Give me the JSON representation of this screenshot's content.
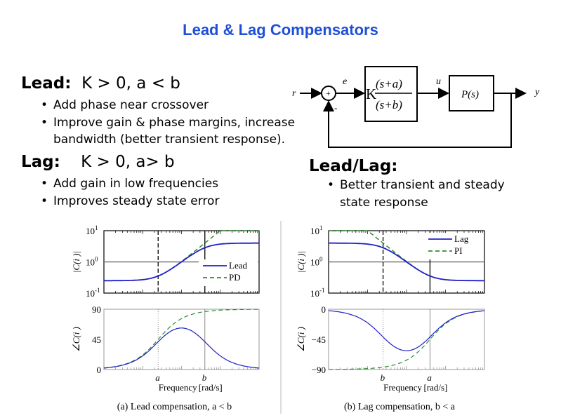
{
  "title": "Lead & Lag Compensators",
  "lead": {
    "label": "Lead:",
    "condition": "K > 0, a < b",
    "bullets": [
      "Add phase near crossover",
      "Improve gain & phase margins, increase",
      "bandwidth (better transient response)."
    ]
  },
  "lag": {
    "label": "Lag:",
    "condition": "K > 0, a> b",
    "bullets": [
      "Add gain in low frequencies",
      "Improves steady state error"
    ]
  },
  "leadlag": {
    "label": "Lead/Lag:",
    "bullets": [
      "Better transient and steady",
      "state response"
    ]
  },
  "diagram": {
    "r": "r",
    "e": "e",
    "u": "u",
    "y": "y",
    "plus": "+",
    "minus": "-",
    "gain": "K",
    "numerator": "(s+a)",
    "denominator": "(s+b)",
    "plant": "P(s)"
  },
  "colors": {
    "title": "#1f4fd8",
    "main_curve": "#2020c8",
    "approx_curve": "#2e8b2e"
  },
  "chart_data": [
    {
      "type": "line",
      "caption": "(a) Lead compensation, a < b",
      "xlabel": "Frequency",
      "xunit": "[rad/s]",
      "x_log_range": [
        -2,
        2
      ],
      "x_markers": [
        {
          "label": "a",
          "value": 0.25
        },
        {
          "label": "b",
          "value": 4
        }
      ],
      "magnitude": {
        "ylabel": "|C(i  )|",
        "ylim_log": [
          -1,
          1
        ],
        "yticks": [
          "10^1",
          "10^0",
          "10^-1"
        ],
        "reference_line": 1
      },
      "phase": {
        "ylabel": "∠C(i  )",
        "ylim": [
          0,
          90
        ],
        "yticks": [
          "90",
          "45",
          "0"
        ]
      },
      "series": [
        {
          "name": "Lead",
          "style": "solid",
          "K": 4,
          "zero": 0.25,
          "pole": 4
        },
        {
          "name": "PD",
          "style": "dashed",
          "K": 1,
          "zero": 0.25,
          "pole": null
        }
      ],
      "legend": "lower-right"
    },
    {
      "type": "line",
      "caption": "(b) Lag compensation, b < a",
      "xlabel": "Frequency",
      "xunit": "[rad/s]",
      "x_log_range": [
        -2,
        2
      ],
      "x_markers": [
        {
          "label": "b",
          "value": 0.25
        },
        {
          "label": "a",
          "value": 4
        }
      ],
      "magnitude": {
        "ylabel": "|C(i  )|",
        "ylim_log": [
          -1,
          1
        ],
        "yticks": [
          "10^1",
          "10^0",
          "10^-1"
        ],
        "reference_line": 1
      },
      "phase": {
        "ylabel": "∠C(i  )",
        "ylim": [
          -90,
          0
        ],
        "yticks": [
          "0",
          "−45",
          "−90"
        ]
      },
      "series": [
        {
          "name": "Lag",
          "style": "solid",
          "K": 0.25,
          "zero": 4,
          "pole": 0.25
        },
        {
          "name": "PI",
          "style": "dashed",
          "K": 0.25,
          "zero": 4,
          "pole": 0
        }
      ],
      "legend": "top-right"
    }
  ]
}
